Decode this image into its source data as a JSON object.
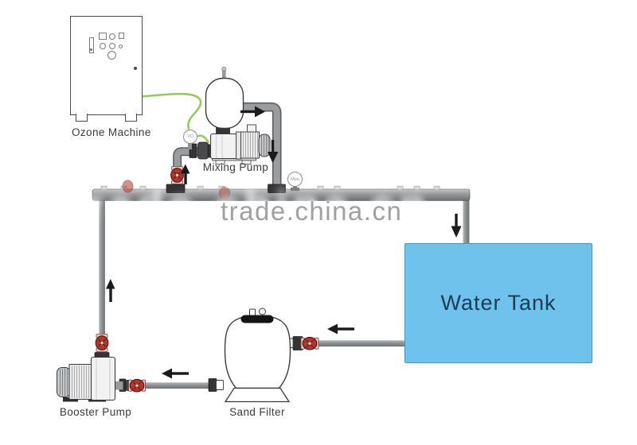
{
  "diagram": {
    "watermark": "trade.china.cn",
    "components": {
      "ozone_machine": {
        "label": "Ozone Machine"
      },
      "mixing_pump": {
        "label": "Mixing Pump"
      },
      "booster_pump": {
        "label": "Booster Pump"
      },
      "sand_filter": {
        "label": "Sand Filter"
      },
      "water_tank": {
        "label": "Water Tank"
      }
    },
    "gauges": {
      "ozone_valve_label": "VD",
      "pressure_gauge_label": "Mpa"
    },
    "colors": {
      "water_tank_fill": "#6FC2EB",
      "water_tank_border": "#4795C2",
      "water_tank_text": "#1B3C57",
      "pipe_gray": "#8E9092",
      "fitting_dark": "#343436",
      "valve_red": "#B0372E",
      "ozone_tube_green": "#96C95F",
      "watermark_gray": "#909193",
      "arrow_black": "#1B1B1B"
    }
  }
}
